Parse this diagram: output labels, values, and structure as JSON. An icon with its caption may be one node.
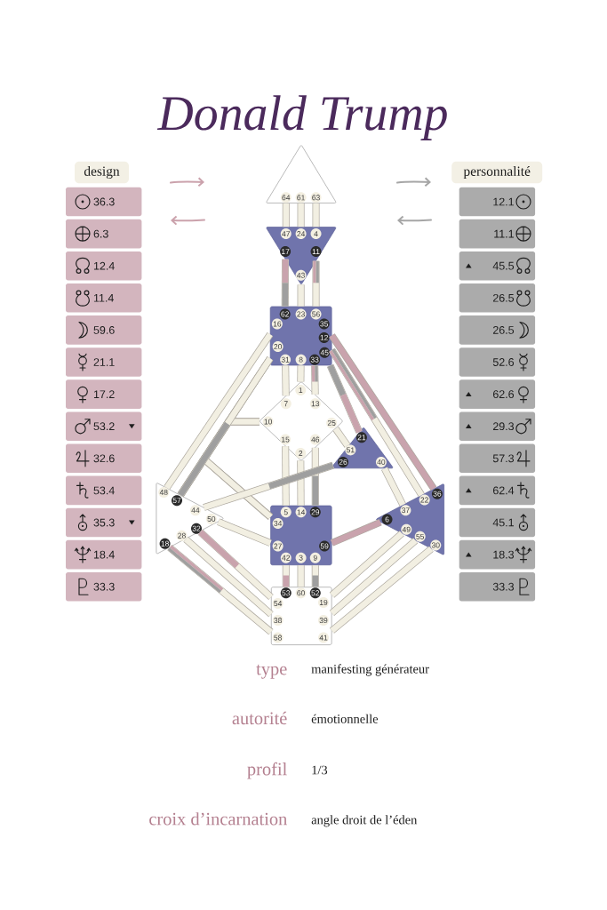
{
  "diagram": {
    "title": "Donald Trump",
    "nodes": [
      {
        "text": [
          "design"
        ]
      },
      {
        "text": [
          "36.3"
        ]
      },
      {
        "text": [
          "6.3"
        ]
      },
      {
        "text": [
          "12.4"
        ]
      },
      {
        "text": [
          "11.4"
        ]
      },
      {
        "text": [
          "59.6"
        ]
      },
      {
        "text": [
          "21.1"
        ]
      },
      {
        "text": [
          "17.2"
        ]
      },
      {
        "text": [
          "53.2"
        ]
      },
      {
        "text": [
          "32.6"
        ]
      },
      {
        "text": [
          "53.4"
        ]
      },
      {
        "text": [
          "35.3"
        ]
      },
      {
        "text": [
          "18.4"
        ]
      },
      {
        "text": [
          "33.3"
        ]
      },
      {
        "text": [
          "personnalité"
        ]
      },
      {
        "text": [
          "12.1"
        ]
      },
      {
        "text": [
          "11.1"
        ]
      },
      {
        "text": [
          "45.5"
        ]
      },
      {
        "text": [
          "26.5"
        ]
      },
      {
        "text": [
          "26.5"
        ]
      },
      {
        "text": [
          "52.6"
        ]
      },
      {
        "text": [
          "62.6"
        ]
      },
      {
        "text": [
          "29.3"
        ]
      },
      {
        "text": [
          "57.3"
        ]
      },
      {
        "text": [
          "62.4"
        ]
      },
      {
        "text": [
          "45.1"
        ]
      },
      {
        "text": [
          "18.3"
        ]
      },
      {
        "text": [
          "33.3"
        ]
      },
      {
        "text": [],
        "shape": "triangle"
      },
      {
        "text": [
          "64"
        ],
        "in": 28
      },
      {
        "text": [
          "61"
        ],
        "in": 28
      },
      {
        "text": [
          "63"
        ],
        "in": 28
      },
      {
        "text": [],
        "shape": "triangle"
      },
      {
        "text": [
          "47"
        ],
        "in": 32
      },
      {
        "text": [
          "24"
        ],
        "in": 32
      },
      {
        "text": [
          "4"
        ],
        "in": 32
      },
      {
        "text": [
          "17"
        ],
        "in": 32
      },
      {
        "text": [
          "11"
        ],
        "in": 32
      },
      {
        "text": [
          "43"
        ],
        "in": 32
      },
      {
        "text": [],
        "shape": "box"
      },
      {
        "text": [
          "62"
        ],
        "in": 39
      },
      {
        "text": [
          "23"
        ],
        "in": 39
      },
      {
        "text": [
          "56"
        ],
        "in": 39
      },
      {
        "text": [
          "16"
        ],
        "in": 39
      },
      {
        "text": [
          "35"
        ],
        "in": 39
      },
      {
        "text": [
          "12"
        ],
        "in": 39
      },
      {
        "text": [
          "20"
        ],
        "in": 39
      },
      {
        "text": [
          "45"
        ],
        "in": 39
      },
      {
        "text": [
          "31"
        ],
        "in": 39
      },
      {
        "text": [
          "8"
        ],
        "in": 39
      },
      {
        "text": [
          "33"
        ],
        "in": 39
      },
      {
        "text": [],
        "shape": "diamond"
      },
      {
        "text": [
          "1"
        ],
        "in": 51
      },
      {
        "text": [
          "7"
        ],
        "in": 51
      },
      {
        "text": [
          "13"
        ],
        "in": 51
      },
      {
        "text": [
          "10"
        ],
        "in": 51
      },
      {
        "text": [
          "25"
        ],
        "in": 51
      },
      {
        "text": [
          "15"
        ],
        "in": 51
      },
      {
        "text": [
          "46"
        ],
        "in": 51
      },
      {
        "text": [
          "2"
        ],
        "in": 51
      },
      {
        "text": [],
        "shape": "triangle"
      },
      {
        "text": [
          "21"
        ],
        "in": 60
      },
      {
        "text": [
          "51"
        ],
        "in": 60
      },
      {
        "text": [
          "26"
        ],
        "in": 60
      },
      {
        "text": [
          "40"
        ],
        "in": 60
      },
      {
        "text": [],
        "shape": "triangle"
      },
      {
        "text": [
          "48"
        ],
        "in": 65
      },
      {
        "text": [
          "57"
        ],
        "in": 65
      },
      {
        "text": [
          "44"
        ],
        "in": 65
      },
      {
        "text": [
          "50"
        ],
        "in": 65
      },
      {
        "text": [
          "32"
        ],
        "in": 65
      },
      {
        "text": [
          "28"
        ],
        "in": 65
      },
      {
        "text": [
          "18"
        ],
        "in": 65
      },
      {
        "text": [],
        "shape": "box"
      },
      {
        "text": [
          "5"
        ],
        "in": 73
      },
      {
        "text": [
          "14"
        ],
        "in": 73
      },
      {
        "text": [
          "29"
        ],
        "in": 73
      },
      {
        "text": [
          "34"
        ],
        "in": 73
      },
      {
        "text": [
          "27"
        ],
        "in": 73
      },
      {
        "text": [
          "59"
        ],
        "in": 73
      },
      {
        "text": [
          "42"
        ],
        "in": 73
      },
      {
        "text": [
          "3"
        ],
        "in": 73
      },
      {
        "text": [
          "9"
        ],
        "in": 73
      },
      {
        "text": [],
        "shape": "triangle"
      },
      {
        "text": [
          "36"
        ],
        "in": 83
      },
      {
        "text": [
          "22"
        ],
        "in": 83
      },
      {
        "text": [
          "37"
        ],
        "in": 83
      },
      {
        "text": [
          "6"
        ],
        "in": 83
      },
      {
        "text": [
          "49"
        ],
        "in": 83
      },
      {
        "text": [
          "55"
        ],
        "in": 83
      },
      {
        "text": [
          "30"
        ],
        "in": 83
      },
      {
        "text": [],
        "shape": "box"
      },
      {
        "text": [
          "53"
        ],
        "in": 91
      },
      {
        "text": [
          "60"
        ],
        "in": 91
      },
      {
        "text": [
          "52"
        ],
        "in": 91
      },
      {
        "text": [
          "54"
        ],
        "in": 91
      },
      {
        "text": [
          "38"
        ],
        "in": 91
      },
      {
        "text": [
          "58"
        ],
        "in": 91
      },
      {
        "text": [
          "19"
        ],
        "in": 91
      },
      {
        "text": [
          "39"
        ],
        "in": 91
      },
      {
        "text": [
          "41"
        ],
        "in": 91
      }
    ],
    "edges": [
      {
        "from": 29,
        "to": 33,
        "arrow": "none"
      },
      {
        "from": 30,
        "to": 34,
        "arrow": "none"
      },
      {
        "from": 31,
        "to": 35,
        "arrow": "none"
      },
      {
        "from": 36,
        "to": 40,
        "arrow": "none"
      },
      {
        "from": 38,
        "to": 41,
        "arrow": "none"
      },
      {
        "from": 37,
        "to": 42,
        "arrow": "none"
      },
      {
        "from": 43,
        "to": 66,
        "arrow": "none"
      },
      {
        "from": 46,
        "to": 67,
        "arrow": "none"
      },
      {
        "from": 46,
        "to": 77,
        "arrow": "none"
      },
      {
        "from": 55,
        "to": 46,
        "arrow": "none"
      },
      {
        "from": 48,
        "to": 53,
        "arrow": "none"
      },
      {
        "from": 49,
        "to": 52,
        "arrow": "none"
      },
      {
        "from": 50,
        "to": 54,
        "arrow": "none"
      },
      {
        "from": 47,
        "to": 61,
        "arrow": "none"
      },
      {
        "from": 45,
        "to": 85,
        "arrow": "none"
      },
      {
        "from": 44,
        "to": 84,
        "arrow": "none",
        "color": "#c9a3ad"
      },
      {
        "from": 55,
        "to": 77,
        "arrow": "none"
      },
      {
        "from": 55,
        "to": 67,
        "arrow": "none"
      },
      {
        "from": 57,
        "to": 74,
        "arrow": "none"
      },
      {
        "from": 59,
        "to": 75,
        "arrow": "none"
      },
      {
        "from": 58,
        "to": 76,
        "arrow": "none"
      },
      {
        "from": 56,
        "to": 62,
        "arrow": "none"
      },
      {
        "from": 63,
        "to": 68,
        "arrow": "none"
      },
      {
        "from": 64,
        "to": 86,
        "arrow": "none"
      },
      {
        "from": 67,
        "to": 77,
        "arrow": "none"
      },
      {
        "from": 78,
        "to": 69,
        "arrow": "none"
      },
      {
        "from": 79,
        "to": 87,
        "arrow": "none",
        "color": "#c9a3ad"
      },
      {
        "from": 80,
        "to": 92,
        "arrow": "none"
      },
      {
        "from": 81,
        "to": 93,
        "arrow": "none"
      },
      {
        "from": 82,
        "to": 94,
        "arrow": "none"
      },
      {
        "from": 95,
        "to": 70,
        "arrow": "none"
      },
      {
        "from": 96,
        "to": 71,
        "arrow": "none"
      },
      {
        "from": 97,
        "to": 72,
        "arrow": "none"
      },
      {
        "from": 98,
        "to": 88,
        "arrow": "none"
      },
      {
        "from": 99,
        "to": 89,
        "arrow": "none"
      },
      {
        "from": 100,
        "to": 90,
        "arrow": "none"
      }
    ],
    "labels": [
      "type",
      "manifesting générateur",
      "autorité",
      "émotionnelle",
      "profil",
      "1/3",
      "croix d’incarnation",
      "angle droit de l’éden"
    ]
  }
}
